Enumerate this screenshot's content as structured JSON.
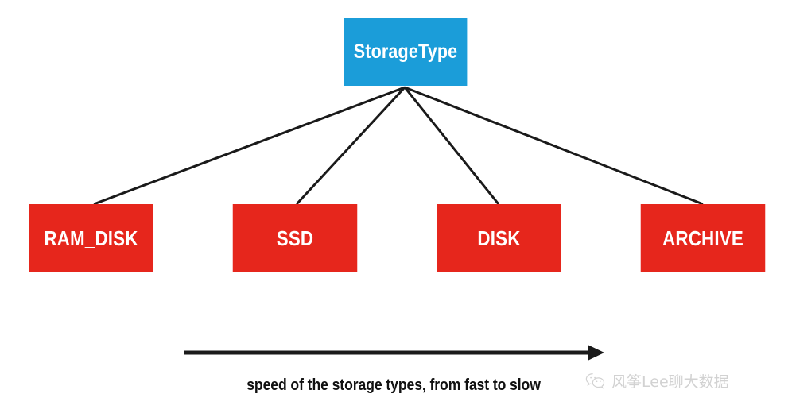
{
  "diagram": {
    "title_node": {
      "label": "StorageType",
      "color": "#1b9dd9",
      "text_color": "#ffffff"
    },
    "leaf_color": "#e6261c",
    "leaf_text_color": "#ffffff",
    "nodes": [
      {
        "label": "RAM_DISK"
      },
      {
        "label": "SSD"
      },
      {
        "label": "DISK"
      },
      {
        "label": "ARCHIVE"
      }
    ],
    "edge_color": "#1a1a1a",
    "arrow": {
      "color": "#1a1a1a",
      "direction": "left-to-right"
    },
    "caption": "speed of the storage types, from fast to slow",
    "caption_color": "#111111"
  },
  "watermark": {
    "icon": "wechat-icon",
    "text": "风筝Lee聊大数据",
    "color": "#d2d2d2"
  }
}
